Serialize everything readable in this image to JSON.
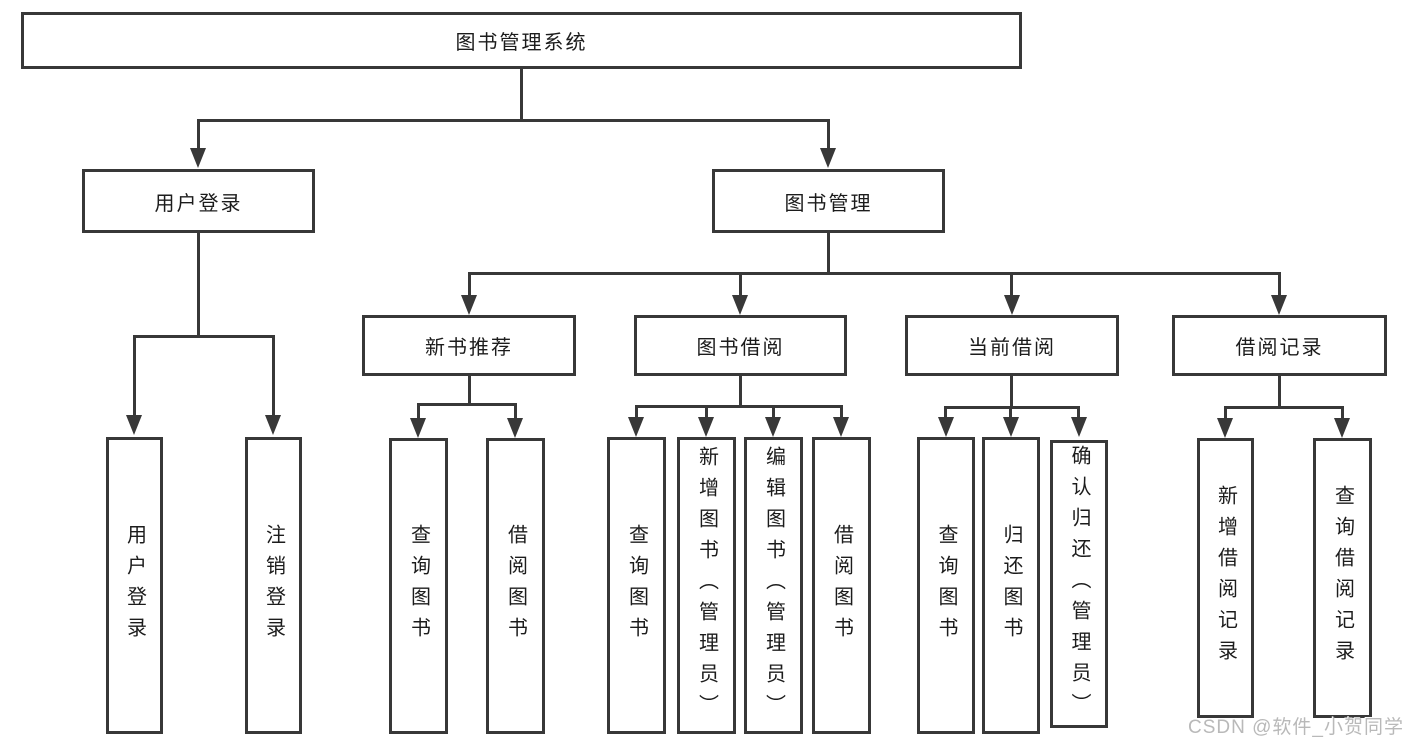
{
  "diagram": {
    "type": "tree-structure-chart",
    "colors": {
      "background": "#ffffff",
      "line": "#383838",
      "box_border": "#383838",
      "text": "#1c1c1c",
      "watermark": "#b9b9b9"
    }
  },
  "tree": {
    "label": "图书管理系统",
    "children": [
      {
        "label": "用户登录",
        "children": [
          {
            "label": "用户登录"
          },
          {
            "label": "注销登录"
          }
        ]
      },
      {
        "label": "图书管理",
        "children": [
          {
            "label": "新书推荐",
            "children": [
              {
                "label": "查询图书"
              },
              {
                "label": "借阅图书"
              }
            ]
          },
          {
            "label": "图书借阅",
            "children": [
              {
                "label": "查询图书"
              },
              {
                "label": "新增图书（管理员）"
              },
              {
                "label": "编辑图书（管理员）"
              },
              {
                "label": "借阅图书"
              }
            ]
          },
          {
            "label": "当前借阅",
            "children": [
              {
                "label": "查询图书"
              },
              {
                "label": "归还图书"
              },
              {
                "label": "确认归还（管理员）"
              }
            ]
          },
          {
            "label": "借阅记录",
            "children": [
              {
                "label": "新增借阅记录"
              },
              {
                "label": "查询借阅记录"
              }
            ]
          }
        ]
      }
    ]
  },
  "watermark": {
    "text": "CSDN @软件_小贺同学"
  }
}
